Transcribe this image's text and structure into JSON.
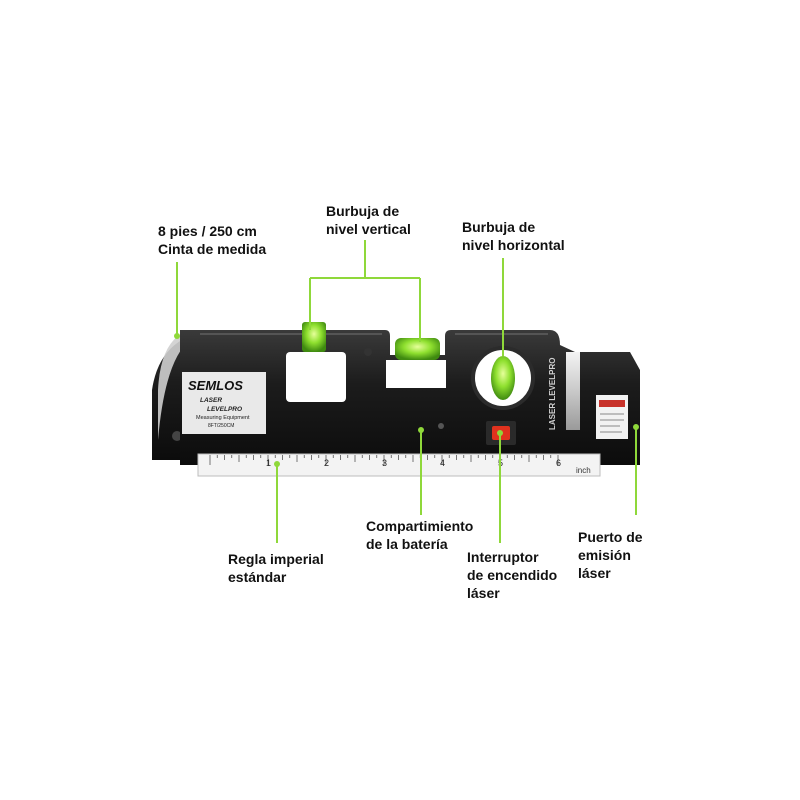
{
  "labels": {
    "tape": "8 pies / 250 cm\nCinta de medida",
    "vertical_bubble": "Burbuja de\nnivel vertical",
    "horizontal_bubble": "Burbuja de\nnivel horizontal",
    "battery": "Compartimiento\nde la batería",
    "ruler": "Regla imperial\nestándar",
    "switch": "Interruptor\nde encendido\nláser",
    "emitter": "Puerto de\nemisión\nláser"
  },
  "device": {
    "brand": "SEMLOS",
    "sticker_lines": [
      "LASER",
      "LEVELPRO",
      "Measuring Equipment",
      "8FT/250CM"
    ],
    "ruler_numbers": [
      "1",
      "2",
      "3",
      "4",
      "5",
      "6"
    ],
    "ruler_unit": "inch",
    "side_text": "LASER LEVELPRO"
  },
  "colors": {
    "accent_green": "#7fd62a",
    "leader_line": "#8fd83a",
    "body": "#1a1a1a",
    "switch_red": "#e0321e"
  }
}
